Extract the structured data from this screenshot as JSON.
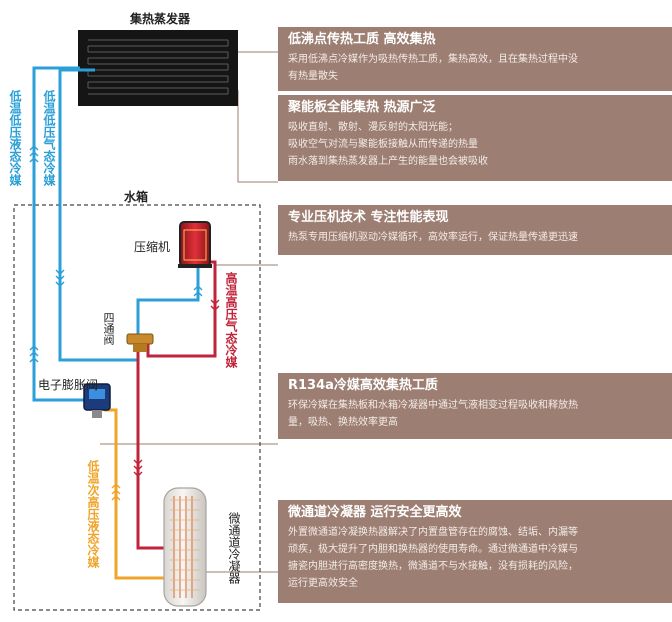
{
  "diagram": {
    "evaporator_label": "集热蒸发器",
    "tank_label": "水箱",
    "compressor_label": "压缩机",
    "expansion_valve_label": "电子膨胀阀",
    "four_way_valve_label": "四通阀",
    "condenser_label": "微通道冷凝器",
    "pipe_labels": {
      "low_temp_low_pressure_liquid": "低温低压液态冷媒",
      "low_temp_low_pressure_gas": "低温低压气态冷媒",
      "high_temp_high_pressure_gas": "高温高压气态冷媒",
      "low_temp_sub_high_pressure_liquid": "低温次高压液态冷媒"
    }
  },
  "panels": [
    {
      "title": "低沸点传热工质 高效集热",
      "lines": [
        "采用低沸点冷媒作为吸热传热工质，集热高效，且在集热过程中没",
        "有热量散失"
      ]
    },
    {
      "title": "聚能板全能集热 热源广泛",
      "lines": [
        "吸收直射、散射、漫反射的太阳光能；",
        "吸收空气对流与聚能板接触从而传递的热量",
        "雨水落到集热蒸发器上产生的能量也会被吸收"
      ]
    },
    {
      "title": "专业压机技术 专注性能表现",
      "lines": [
        "热泵专用压缩机驱动冷媒循环，高效率运行，保证热量传递更迅速"
      ]
    },
    {
      "title": "R134a冷媒高效集热工质",
      "lines": [
        "环保冷媒在集热板和水箱冷凝器中通过气液相变过程吸收和释放热",
        "量，吸热、换热效率更高"
      ]
    },
    {
      "title": "微通道冷凝器 运行安全更高效",
      "lines": [
        "外置微通道冷凝换热器解决了内置盘管存在的腐蚀、结垢、内漏等",
        "顽疾，极大提升了内胆和换热器的使用寿命。通过微通道中冷媒与",
        "搪瓷内胆进行高密度换热，微通道不与水接触，没有损耗的风险，",
        "运行更高效安全"
      ]
    }
  ],
  "colors": {
    "panel_bg": "#9c7e72",
    "cold_pipe": "#2b9fd8",
    "hot_pipe": "#c0243a",
    "orange_pipe": "#f0a42a",
    "evaporator": "#151515",
    "compressor": "#c7212d"
  }
}
